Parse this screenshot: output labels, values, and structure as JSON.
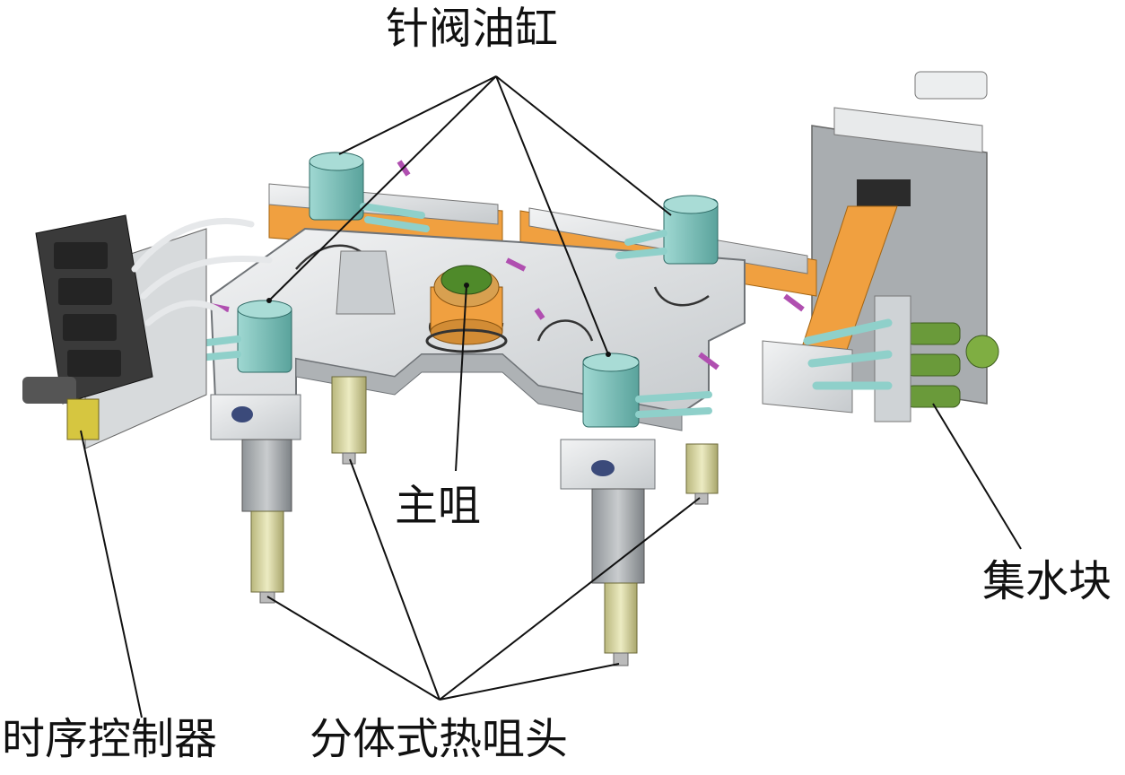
{
  "labels": {
    "needle_valve_cylinder": "针阀油缸",
    "main_nozzle": "主咀",
    "water_manifold": "集水块",
    "sequence_controller": "时序控制器",
    "split_hot_nozzle": "分体式热咀头"
  },
  "colors": {
    "steel": "#d9dcdf",
    "steel_dark": "#9aa0a6",
    "cylinder_teal": "#7fc6c0",
    "orange_plate": "#f0a040",
    "magenta_clip": "#b04fb0",
    "nozzle_yellow": "#d8d6a0",
    "green_fitting": "#6a9a3a",
    "controller_dark": "#3a3a3a",
    "leader_line": "#111111"
  }
}
